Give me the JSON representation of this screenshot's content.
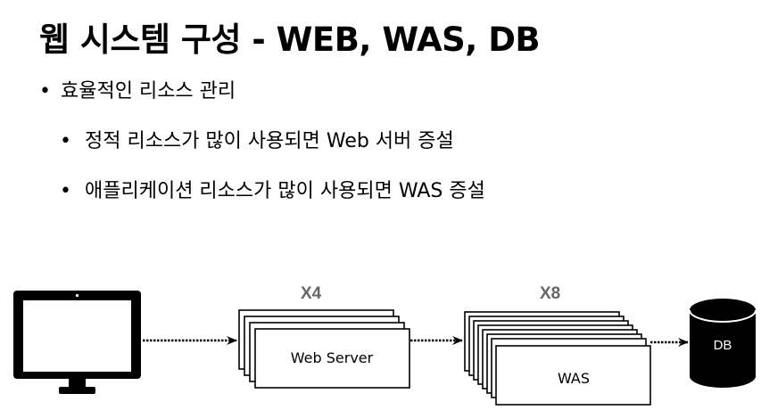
{
  "title": "웹 시스템 구성 - WEB, WAS, DB",
  "bullets": [
    {
      "text": "효율적인 리소스 관리",
      "level": 1
    },
    {
      "text": "정적 리소스가 많이 사용되면 Web 서버 증설",
      "level": 2
    },
    {
      "text": "애플리케이션 리소스가 많이 사용되면 WAS 증설",
      "level": 2
    }
  ],
  "diagram": {
    "web_multiplier": "X4",
    "web_label": "Web Server",
    "was_multiplier": "X8",
    "was_label": "WAS",
    "db_label": "DB",
    "colors": {
      "multiplier": "#666666",
      "stroke": "#000000",
      "db_fill": "#000000",
      "db_text": "#ffffff"
    }
  }
}
